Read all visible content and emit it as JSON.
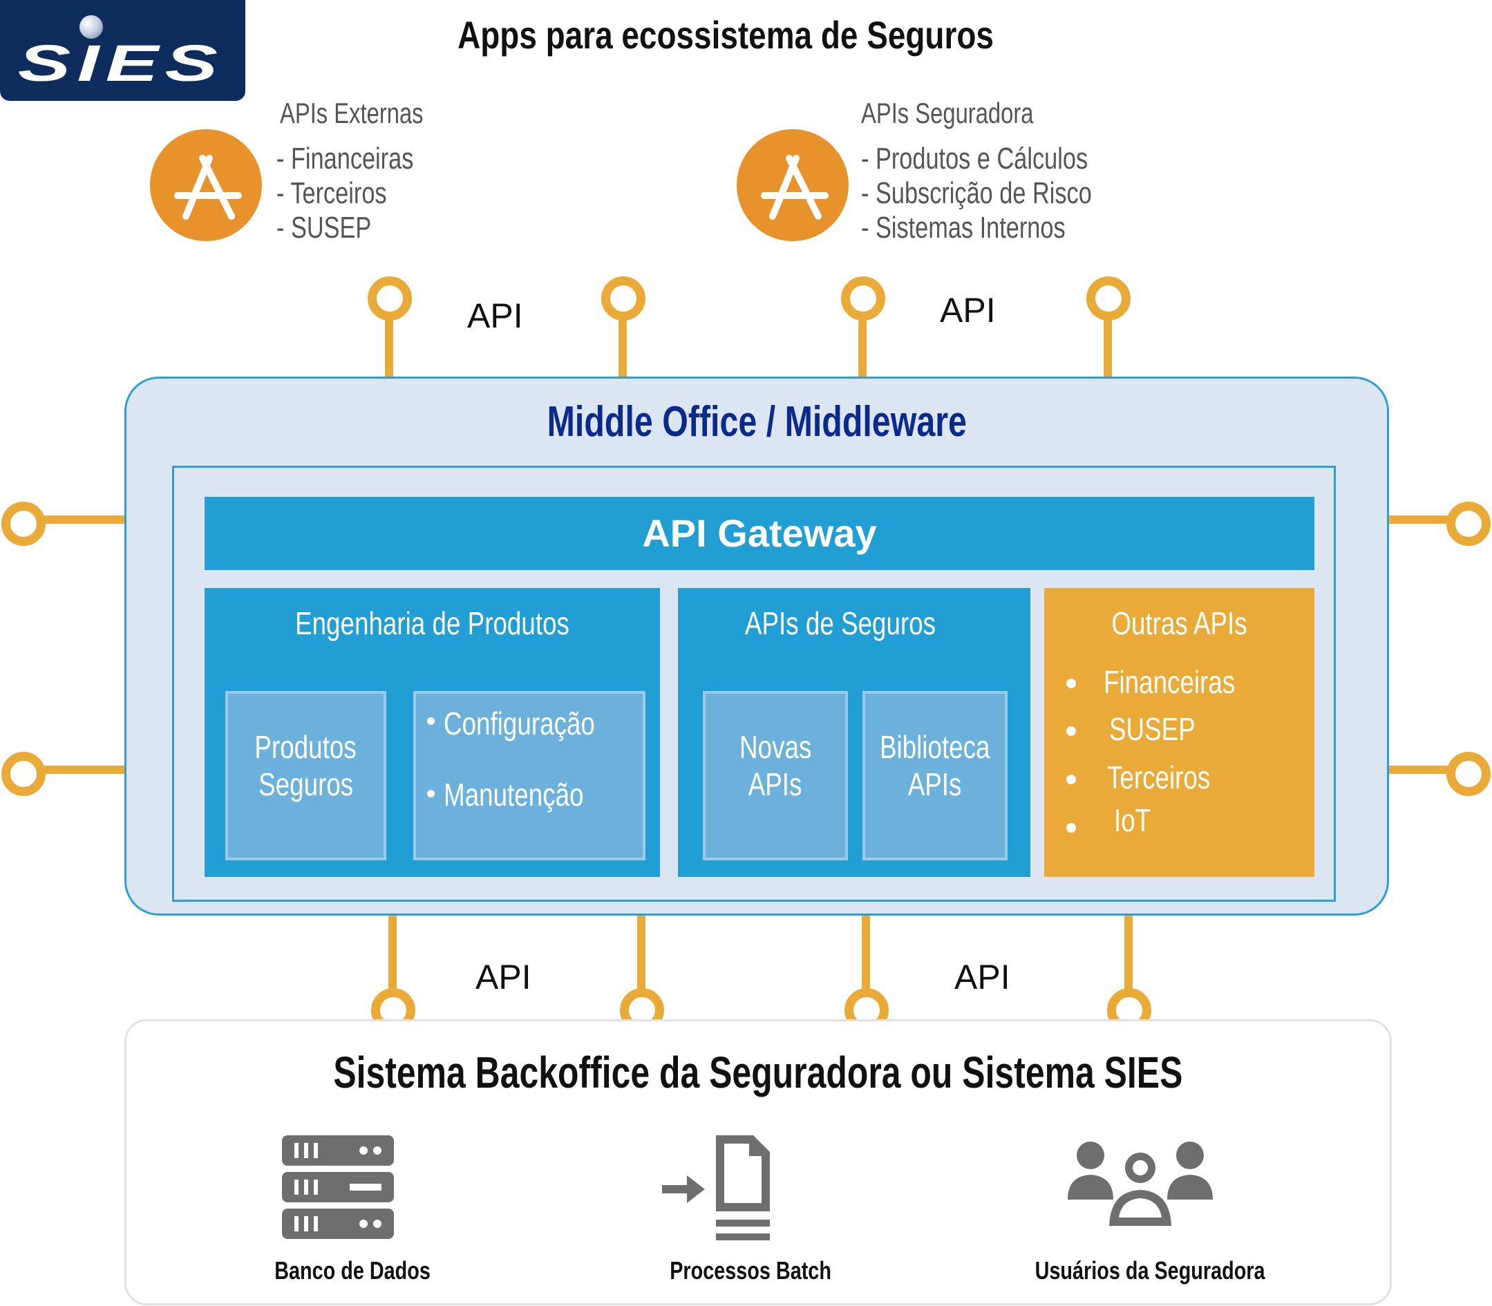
{
  "logo": {
    "text": "SIES"
  },
  "page_title": "Apps para ecossistema de Seguros",
  "apis_externas": {
    "heading": "APIs Externas",
    "items": [
      "- Financeiras",
      "- Terceiros",
      "- SUSEP"
    ]
  },
  "apis_seguradora": {
    "heading": "APIs Seguradora",
    "items": [
      "- Produtos e Cálculos",
      "- Subscrição de Risco",
      "- Sistemas Internos"
    ]
  },
  "connector_labels": {
    "top_left": "API",
    "top_right": "API",
    "bottom_left": "API",
    "bottom_right": "API"
  },
  "middleware": {
    "title": "Middle Office / Middleware",
    "gateway": "API Gateway",
    "engenharia": {
      "title": "Engenharia de Produtos",
      "produtos_line1": "Produtos",
      "produtos_line2": "Seguros",
      "items": [
        "Configuração",
        "Manutenção"
      ]
    },
    "seguros": {
      "title": "APIs de Seguros",
      "novas_line1": "Novas",
      "novas_line2": "APIs",
      "biblioteca_line1": "Biblioteca",
      "biblioteca_line2": "APIs"
    },
    "outras": {
      "title": "Outras APIs",
      "items": [
        "Financeiras",
        "SUSEP",
        "Terceiros",
        "IoT"
      ]
    }
  },
  "backoffice": {
    "title": "Sistema Backoffice da Seguradora ou Sistema SIES",
    "items": [
      {
        "label": "Banco de Dados",
        "icon": "server-icon"
      },
      {
        "label": "Processos Batch",
        "icon": "batch-document-icon"
      },
      {
        "label": "Usuários da Seguradora",
        "icon": "users-group-icon"
      }
    ]
  },
  "colors": {
    "orange": "#e8922c",
    "gold": "#eaaa38",
    "blue": "#219ed3",
    "navy": "#0b2a8a",
    "panel_bg": "#dce6f2"
  }
}
